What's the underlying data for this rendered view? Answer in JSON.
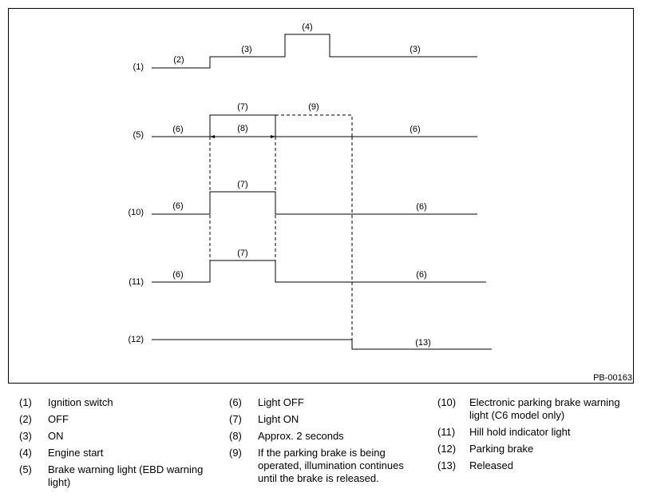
{
  "figure_id": "PB-00163",
  "diagram": {
    "ignition_switch": {
      "row": "(1)",
      "off": "(2)",
      "on": "(3)",
      "start": "(4)",
      "on_after": "(3)"
    },
    "brake_warning": {
      "row": "(5)",
      "off": "(6)",
      "on": "(7)",
      "duration": "(8)",
      "note": "(9)",
      "off_after": "(6)"
    },
    "epb_warning": {
      "row": "(10)",
      "off": "(6)",
      "on": "(7)",
      "off_after": "(6)"
    },
    "hill_hold": {
      "row": "(11)",
      "off": "(6)",
      "on": "(7)",
      "off_after": "(6)"
    },
    "parking_brake": {
      "row": "(12)",
      "released": "(13)"
    }
  },
  "legend": {
    "col1": [
      {
        "num": "(1)",
        "text": "Ignition switch"
      },
      {
        "num": "(2)",
        "text": "OFF"
      },
      {
        "num": "(3)",
        "text": "ON"
      },
      {
        "num": "(4)",
        "text": "Engine start"
      },
      {
        "num": "(5)",
        "text": "Brake warning light (EBD warning light)"
      }
    ],
    "col2": [
      {
        "num": "(6)",
        "text": "Light OFF"
      },
      {
        "num": "(7)",
        "text": "Light ON"
      },
      {
        "num": "(8)",
        "text": "Approx. 2 seconds"
      },
      {
        "num": "(9)",
        "text": "If the parking brake is being operated, illumination continues until the brake is released."
      }
    ],
    "col3": [
      {
        "num": "(10)",
        "text": "Electronic parking brake warning light (C6 model only)"
      },
      {
        "num": "(11)",
        "text": "Hill hold indicator light"
      },
      {
        "num": "(12)",
        "text": "Parking brake"
      },
      {
        "num": "(13)",
        "text": "Released"
      }
    ]
  }
}
